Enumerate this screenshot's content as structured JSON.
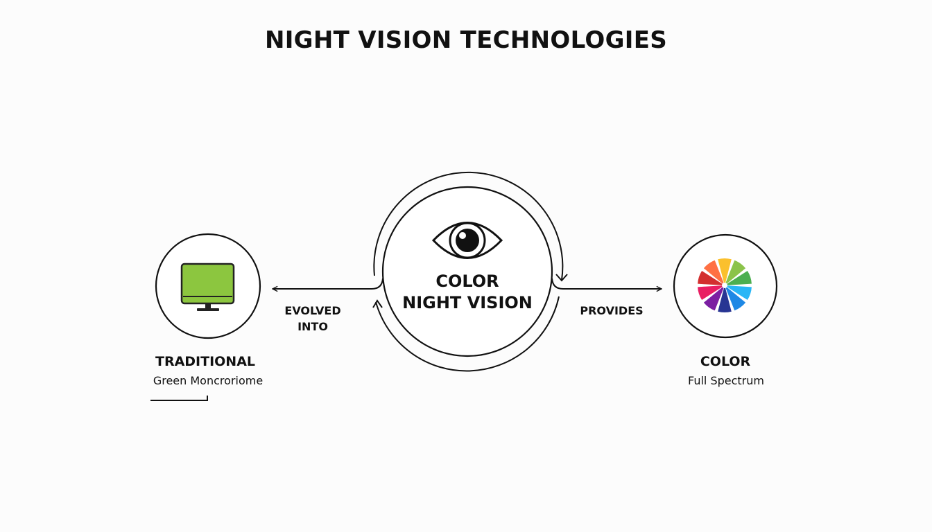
{
  "title": "NIGHT VISION TECHNOLOGIES",
  "center": {
    "line1": "COLOR",
    "line2": "NIGHT VISION",
    "icon": "eye-icon"
  },
  "left_node": {
    "title": "TRADITIONAL",
    "subtitle": "Green Moncroriome",
    "icon": "monitor-icon",
    "icon_color": "#8cc63f"
  },
  "right_node": {
    "title": "COLOR",
    "subtitle": "Full Spectrum",
    "icon": "color-wheel-icon",
    "wheel_colors": [
      "#fbc02d",
      "#8bc34a",
      "#4caf50",
      "#29b6f6",
      "#1e88e5",
      "#283593",
      "#7b1fa2",
      "#e91e63",
      "#d32f2f",
      "#ff7043"
    ]
  },
  "connectors": {
    "left_line1": "EVOLVED",
    "left_line2": "INTO",
    "right": "PROVIDES"
  }
}
